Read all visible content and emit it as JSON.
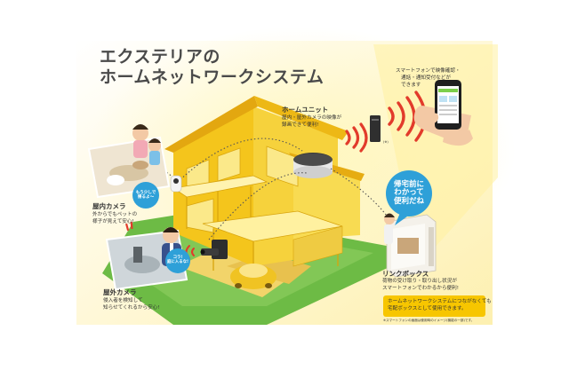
{
  "title": {
    "line1": "エクステリアの",
    "line2": "ホームネットワークシステム"
  },
  "smartphone_note": {
    "line1": "スマートフォンで映像確認・",
    "line2": "通話・通知受付などが",
    "line3": "できます"
  },
  "home_unit": {
    "title": "ホームユニット",
    "desc1": "屋内・屋外カメラの映像が",
    "desc2": "録画できて便利!"
  },
  "indoor_camera": {
    "title": "屋内カメラ",
    "desc1": "外からでもペットの",
    "desc2": "様子が見えて安心!"
  },
  "outdoor_camera": {
    "title": "屋外カメラ",
    "desc1": "侵入者を検知して",
    "desc2": "知らせてくれるから安心!"
  },
  "link_box": {
    "title": "リンクボックス",
    "desc1": "荷物の受け取り・取り出し状況が",
    "desc2": "スマートフォンでわかるから便利!"
  },
  "bubbles": {
    "indoor": [
      "もう少しで",
      "帰るよ〜"
    ],
    "outdoor": [
      "コラ!",
      "庭に入るな!"
    ],
    "linkbox": [
      "帰宅前に",
      "わかって",
      "便利だね"
    ]
  },
  "bottom_note": {
    "line1": "ホームネットワークシステムにつながなくても",
    "line2": "宅配ボックスとして使用できます。"
  },
  "footnote": "※スマートフォンの画面は使用時のイメージ(機能の一部)です。",
  "router_note": "(※)",
  "colors": {
    "yellow": "#f7c600",
    "house": "#f4c51c",
    "house_light": "#fbe56a",
    "lawn": "#6dbb45",
    "blue_bubble": "#2ea0d8",
    "signal_red": "#e23b2b"
  }
}
